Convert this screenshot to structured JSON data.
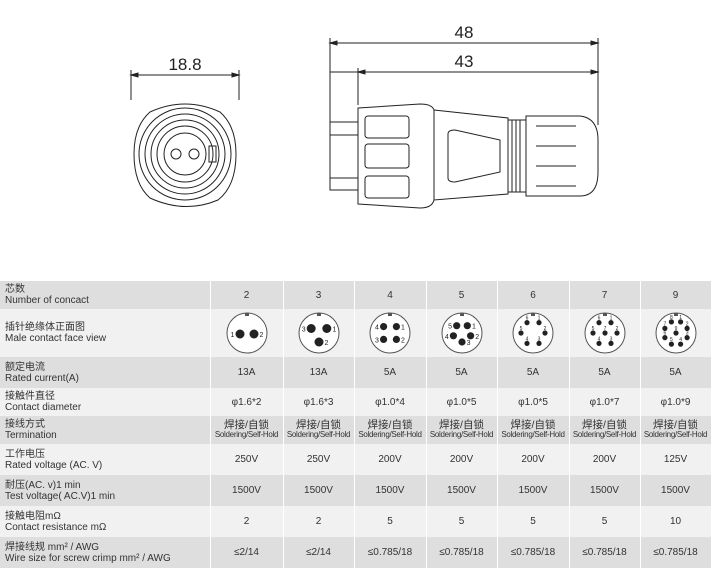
{
  "dimensions": {
    "d1": "18.8",
    "d2": "48",
    "d3": "43"
  },
  "rows": [
    {
      "cn": "芯数",
      "en": "Number of concact",
      "values": [
        "2",
        "3",
        "4",
        "5",
        "6",
        "7",
        "9"
      ]
    },
    {
      "cn": "插针绝缘体正面图",
      "en": "Male contact face view",
      "faces": [
        {
          "pins": [
            "1",
            "2"
          ]
        },
        {
          "pins": [
            "1",
            "2",
            "3"
          ]
        },
        {
          "pins": [
            "1",
            "2",
            "3",
            "4"
          ]
        },
        {
          "pins": [
            "1",
            "2",
            "3",
            "4",
            "5"
          ]
        },
        {
          "pins": [
            "1",
            "2",
            "3",
            "4",
            "5",
            "6"
          ]
        },
        {
          "pins": [
            "1",
            "2",
            "3",
            "4",
            "5",
            "6",
            "7"
          ]
        },
        {
          "pins": [
            "1",
            "2",
            "3",
            "4",
            "5",
            "6",
            "7",
            "8",
            "9"
          ]
        }
      ]
    },
    {
      "cn": "额定电流",
      "en": "Rated current(A)",
      "values": [
        "13A",
        "13A",
        "5A",
        "5A",
        "5A",
        "5A",
        "5A"
      ]
    },
    {
      "cn": "接触件直径",
      "en": "Contact diameter",
      "values": [
        "φ1.6*2",
        "φ1.6*3",
        "φ1.0*4",
        "φ1.0*5",
        "φ1.0*5",
        "φ1.0*7",
        "φ1.0*9"
      ]
    },
    {
      "cn": "接线方式",
      "en": "Termination",
      "term_cn": "焊接/自锁",
      "term_en": "Soldering/Self-Hold"
    },
    {
      "cn": "工作电压",
      "en": "Rated voltage (AC. V)",
      "values": [
        "250V",
        "250V",
        "200V",
        "200V",
        "200V",
        "200V",
        "125V"
      ]
    },
    {
      "cn": "耐压(AC. v)1 min",
      "en": "Test voltage( AC.V)1 min",
      "values": [
        "1500V",
        "1500V",
        "1500V",
        "1500V",
        "1500V",
        "1500V",
        "1500V"
      ]
    },
    {
      "cn": "接触电阻mΩ",
      "en": "Contact resistance mΩ",
      "values": [
        "2",
        "2",
        "5",
        "5",
        "5",
        "5",
        "10"
      ]
    },
    {
      "cn": "焊接线规 mm² / AWG",
      "en": "Wire size for screw crimp mm² / AWG",
      "values": [
        "≤2/14",
        "≤2/14",
        "≤0.785/18",
        "≤0.785/18",
        "≤0.785/18",
        "≤0.785/18",
        "≤0.785/18"
      ]
    }
  ]
}
